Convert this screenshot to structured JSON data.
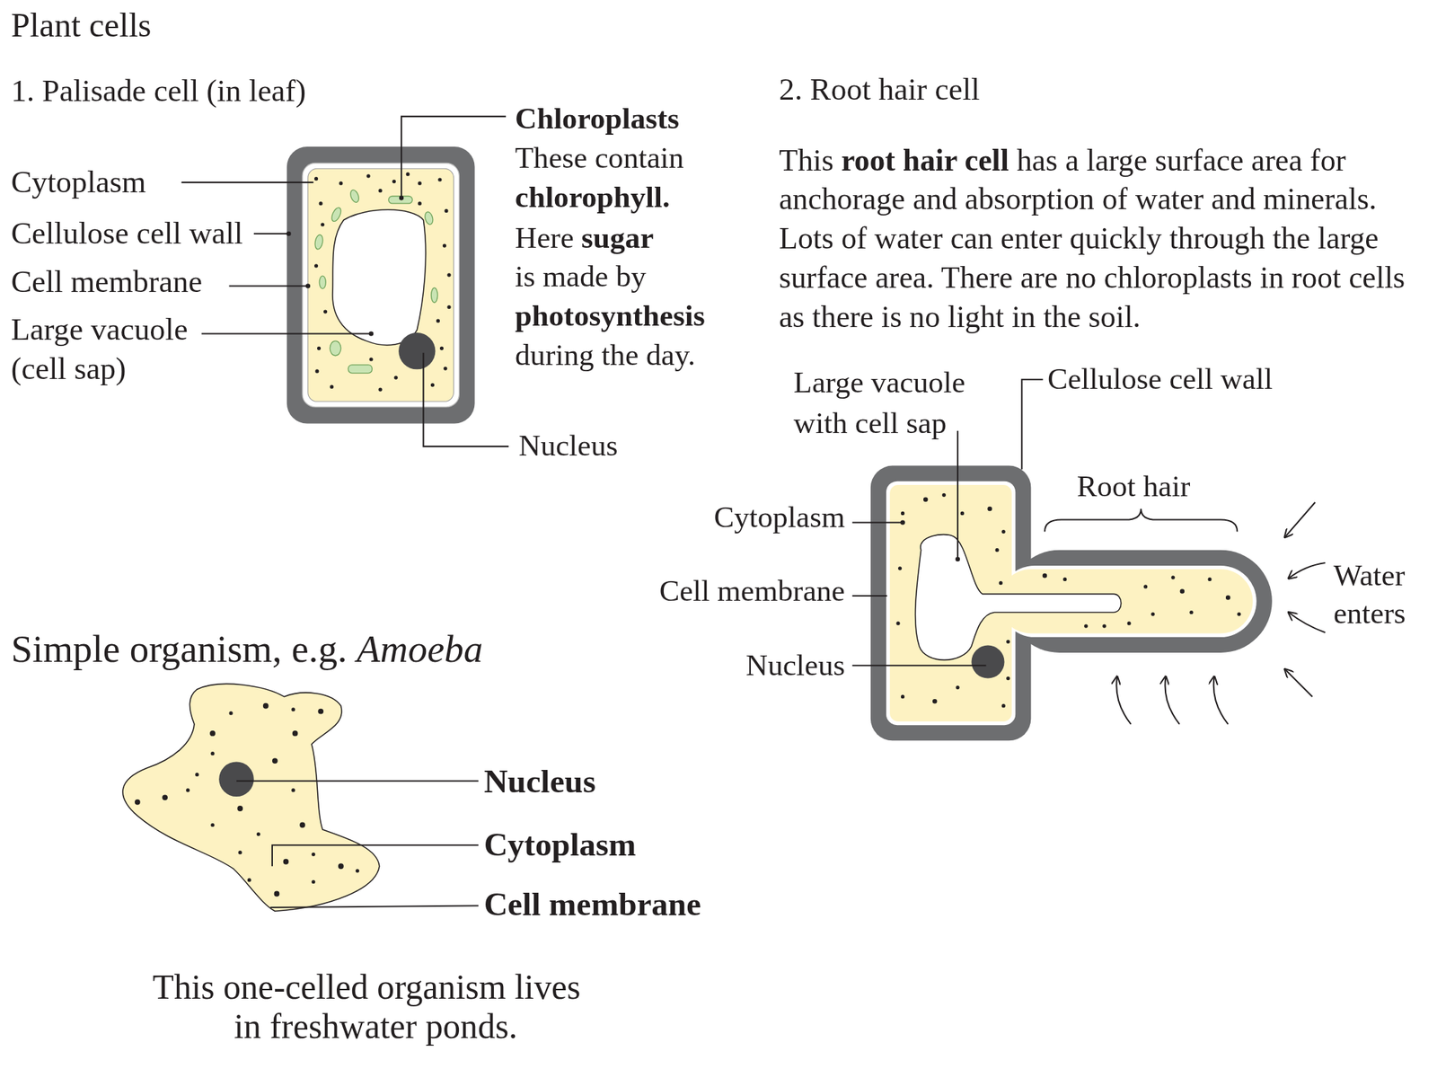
{
  "diagram": {
    "title": "Plant cells",
    "labels": [
      "1. Palisade cell (in leaf)",
      "Cytoplasm",
      "Cellulose cell wall",
      "Cell membrane",
      "Large vacuole",
      "(cell sap)",
      "Chloroplasts",
      "These contain",
      "chlorophyll.",
      "Here",
      "sugar",
      "is made by",
      "photosynthesis",
      "during the day.",
      "Nucleus",
      "2. Root hair cell",
      "This",
      "root hair cell",
      "has a large surface area for",
      "anchorage and absorption of water and minerals.",
      "Lots of water can enter quickly through the large",
      "surface area. There are no chloroplasts in root cells",
      "as there is no light in the soil.",
      "Large vacuole",
      "with cell sap",
      "Cellulose cell wall",
      "Root hair",
      "Cytoplasm",
      "Cell membrane",
      "Nucleus",
      "Water",
      "enters",
      "Simple organism, e.g.",
      "Amoeba",
      "Nucleus",
      "Cytoplasm",
      "Cell membrane",
      "This one-celled organism lives",
      "in freshwater ponds."
    ]
  }
}
